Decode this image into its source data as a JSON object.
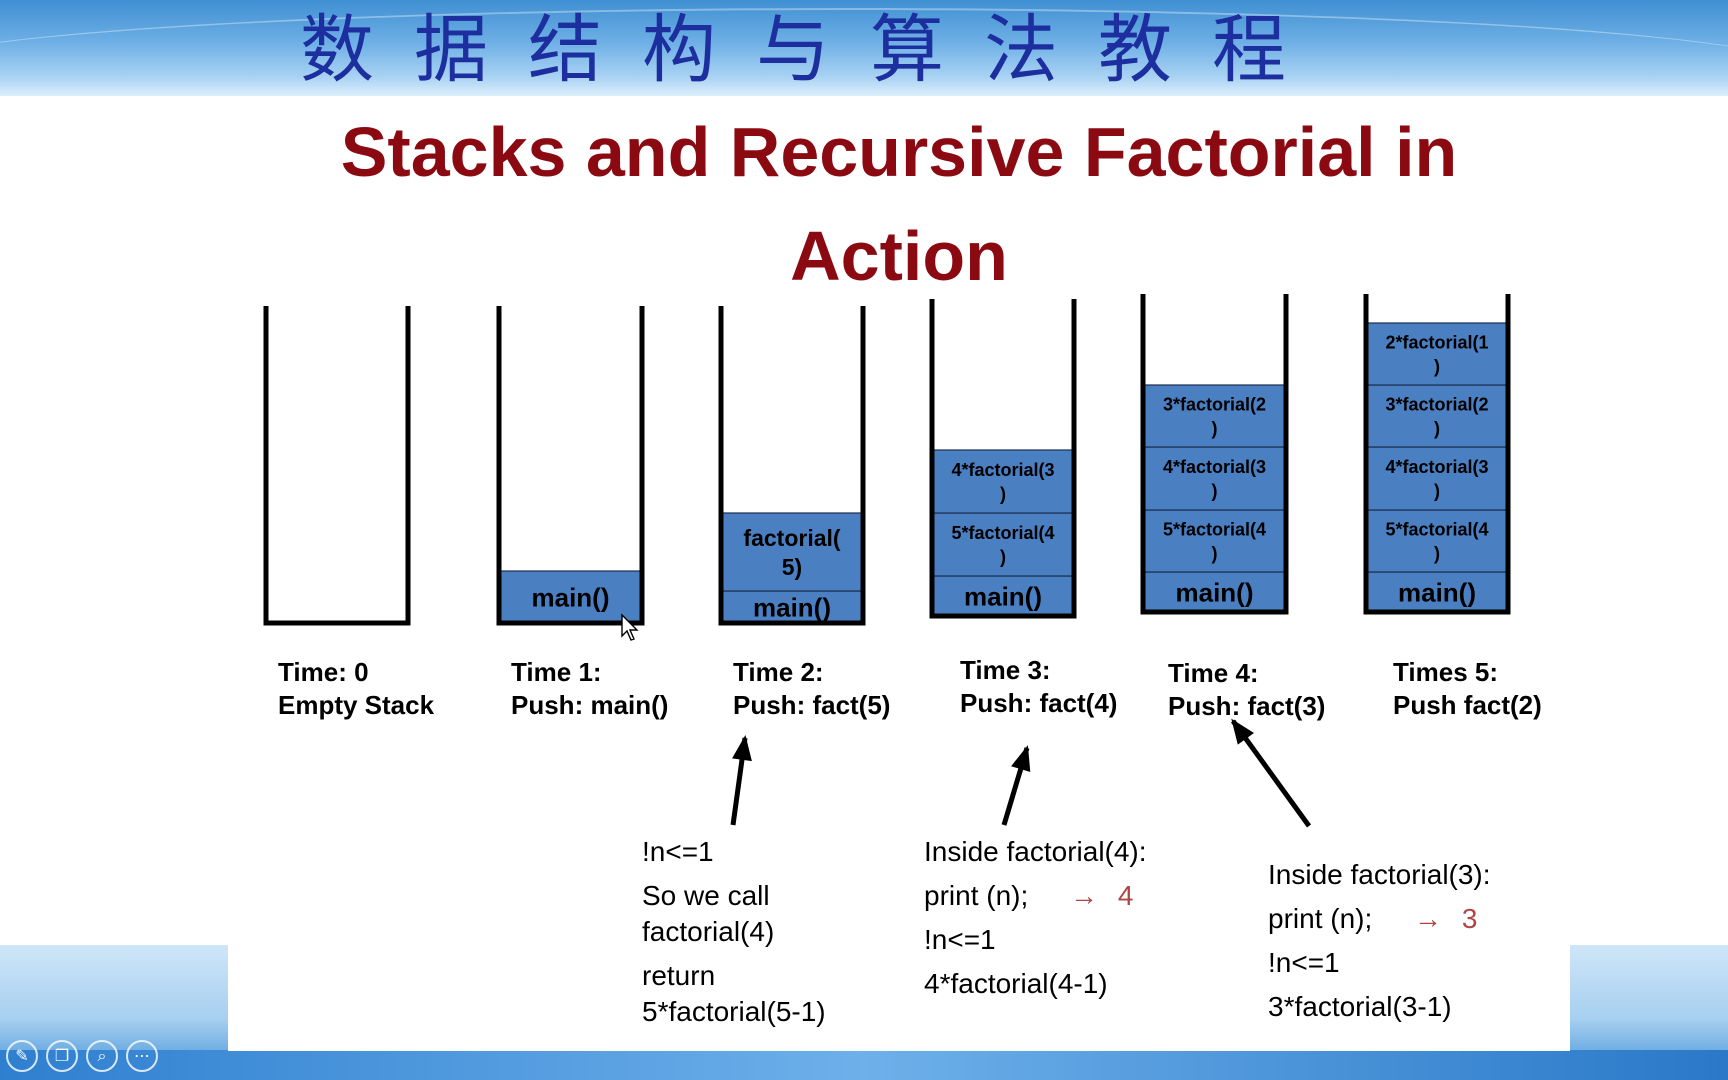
{
  "banner_title": "数据结构与算法教程",
  "slide_title": "Stacks and Recursive Factorial  in Action",
  "colors": {
    "title": "#8b0a12",
    "banner_text": "#1d2f9e",
    "frame_fill": "#4a7fc2",
    "arrow_note": "#b04545"
  },
  "stacks": [
    {
      "time_label": "Time: 0",
      "action": "Empty Stack",
      "frames": []
    },
    {
      "time_label": "Time 1:",
      "action": "Push:  main()",
      "frames": [
        "main()"
      ]
    },
    {
      "time_label": "Time 2:",
      "action": "Push:  fact(5)",
      "frames": [
        "main()",
        "factorial(\n5)"
      ]
    },
    {
      "time_label": "Time 3:",
      "action": "Push:  fact(4)",
      "frames": [
        "main()",
        "5*factorial(4\n)",
        "4*factorial(3\n)"
      ]
    },
    {
      "time_label": "Time 4:",
      "action": "Push:  fact(3)",
      "frames": [
        "main()",
        "5*factorial(4\n)",
        "4*factorial(3\n)",
        "3*factorial(2\n)"
      ]
    },
    {
      "time_label": "Times 5:",
      "action": "Push fact(2)",
      "frames": [
        "main()",
        "5*factorial(4\n)",
        "4*factorial(3\n)",
        "3*factorial(2\n)",
        "2*factorial(1\n)"
      ]
    }
  ],
  "notes": {
    "n1": {
      "l1": "!n<=1",
      "l2": "So we call",
      "l3": "factorial(4)",
      "l4": "return",
      "l5": "5*factorial(5-1)"
    },
    "n2": {
      "l1": "Inside factorial(4):",
      "l2": "print (n);",
      "arrow": "→",
      "val": "4",
      "l3": "!n<=1",
      "l4": "4*factorial(4-1)"
    },
    "n3": {
      "l1": "Inside factorial(3):",
      "l2": "print (n);",
      "arrow": "→",
      "val": "3",
      "l3": "!n<=1",
      "l4": "3*factorial(3-1)"
    }
  },
  "toolbar": {
    "pen": "✎",
    "pages": "❐",
    "zoom": "⌕",
    "more": "⋯"
  }
}
